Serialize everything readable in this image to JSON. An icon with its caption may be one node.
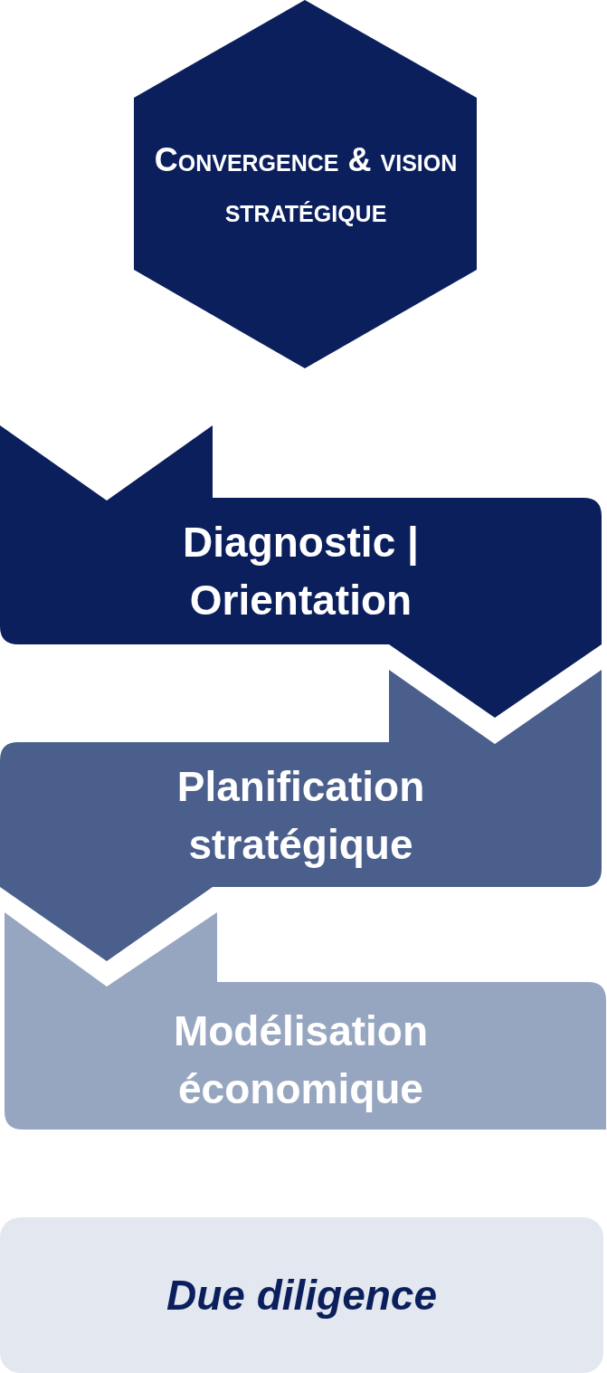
{
  "diagram": {
    "nodes": [
      {
        "text": [
          "Convergence & vision stratégique"
        ]
      },
      {
        "text": [
          "Diagnostic | Orientation"
        ]
      },
      {
        "text": [
          "Planification stratégique"
        ]
      },
      {
        "text": [
          "Modélisation économique"
        ]
      },
      {
        "text": [
          "Due diligence"
        ]
      }
    ]
  }
}
